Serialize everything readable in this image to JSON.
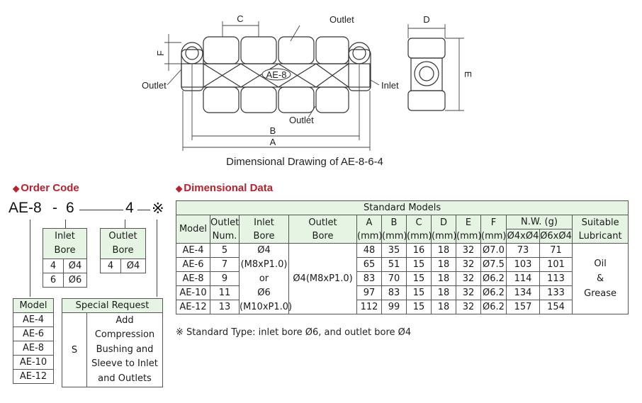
{
  "drawing": {
    "labels": {
      "c": "C",
      "d": "D",
      "f": "F",
      "e": "E",
      "b": "B",
      "a": "A",
      "outlet_top": "Outlet",
      "outlet_left": "Outlet",
      "outlet_bottom": "Outlet",
      "inlet": "Inlet",
      "model": "AE-8"
    },
    "caption": "Dimensional Drawing of AE-8-6-4"
  },
  "order_code": {
    "title": "Order Code",
    "parts": {
      "model": "AE-8",
      "dash1": "-",
      "inlet": "6",
      "outlet": "4",
      "special": "※"
    },
    "inlet_table": {
      "header": [
        "Inlet",
        "Bore"
      ],
      "rows": [
        [
          "4",
          "Ø4"
        ],
        [
          "6",
          "Ø6"
        ]
      ]
    },
    "outlet_table": {
      "header": [
        "Outlet",
        "Bore"
      ],
      "rows": [
        [
          "4",
          "Ø4"
        ]
      ]
    },
    "model_table": {
      "header": "Model",
      "rows": [
        "AE-4",
        "AE-6",
        "AE-8",
        "AE-10",
        "AE-12"
      ]
    },
    "special_table": {
      "header": "Special Request",
      "code": "S",
      "desc": [
        "Add",
        "Compression",
        "Bushing and",
        "Sleeve to Inlet",
        "and Outlets"
      ]
    }
  },
  "dimensional_data": {
    "title": "Dimensional Data",
    "group_header": "Standard Models",
    "headers": {
      "model": "Model",
      "outlet_num": [
        "Outlet",
        "Num."
      ],
      "inlet_bore": [
        "Inlet",
        "Bore"
      ],
      "outlet_bore": [
        "Outlet",
        "Bore"
      ],
      "a": "A",
      "b": "B",
      "c": "C",
      "d": "D",
      "e": "E",
      "f": "F",
      "unit": "(mm)",
      "nw": "N.W. (g)",
      "nw1": "Ø4xØ4",
      "nw2": "Ø6xØ4",
      "lubricant": [
        "Suitable",
        "Lubricant"
      ]
    },
    "inlet_bore_lines": [
      "Ø4",
      "(M8xP1.0)",
      "or",
      "Ø6",
      "(M10xP1.0)"
    ],
    "outlet_bore_value": "Ø4(M8xP1.0)",
    "lubricant_lines": [
      "Oil",
      "&",
      "Grease"
    ],
    "rows": [
      {
        "model": "AE-4",
        "num": "5",
        "a": "48",
        "b": "35",
        "c": "16",
        "d": "18",
        "e": "32",
        "f": "Ø7.0",
        "nw1": "73",
        "nw2": "71"
      },
      {
        "model": "AE-6",
        "num": "7",
        "a": "65",
        "b": "51",
        "c": "15",
        "d": "18",
        "e": "32",
        "f": "Ø7.5",
        "nw1": "103",
        "nw2": "101"
      },
      {
        "model": "AE-8",
        "num": "9",
        "a": "83",
        "b": "70",
        "c": "15",
        "d": "18",
        "e": "32",
        "f": "Ø6.2",
        "nw1": "114",
        "nw2": "113"
      },
      {
        "model": "AE-10",
        "num": "11",
        "a": "97",
        "b": "83",
        "c": "15",
        "d": "18",
        "e": "32",
        "f": "Ø6.2",
        "nw1": "134",
        "nw2": "133"
      },
      {
        "model": "AE-12",
        "num": "13",
        "a": "112",
        "b": "99",
        "c": "15",
        "d": "18",
        "e": "32",
        "f": "Ø6.2",
        "nw1": "157",
        "nw2": "154"
      }
    ],
    "footnote": "※ Standard Type: inlet bore Ø6, and outlet bore Ø4"
  }
}
